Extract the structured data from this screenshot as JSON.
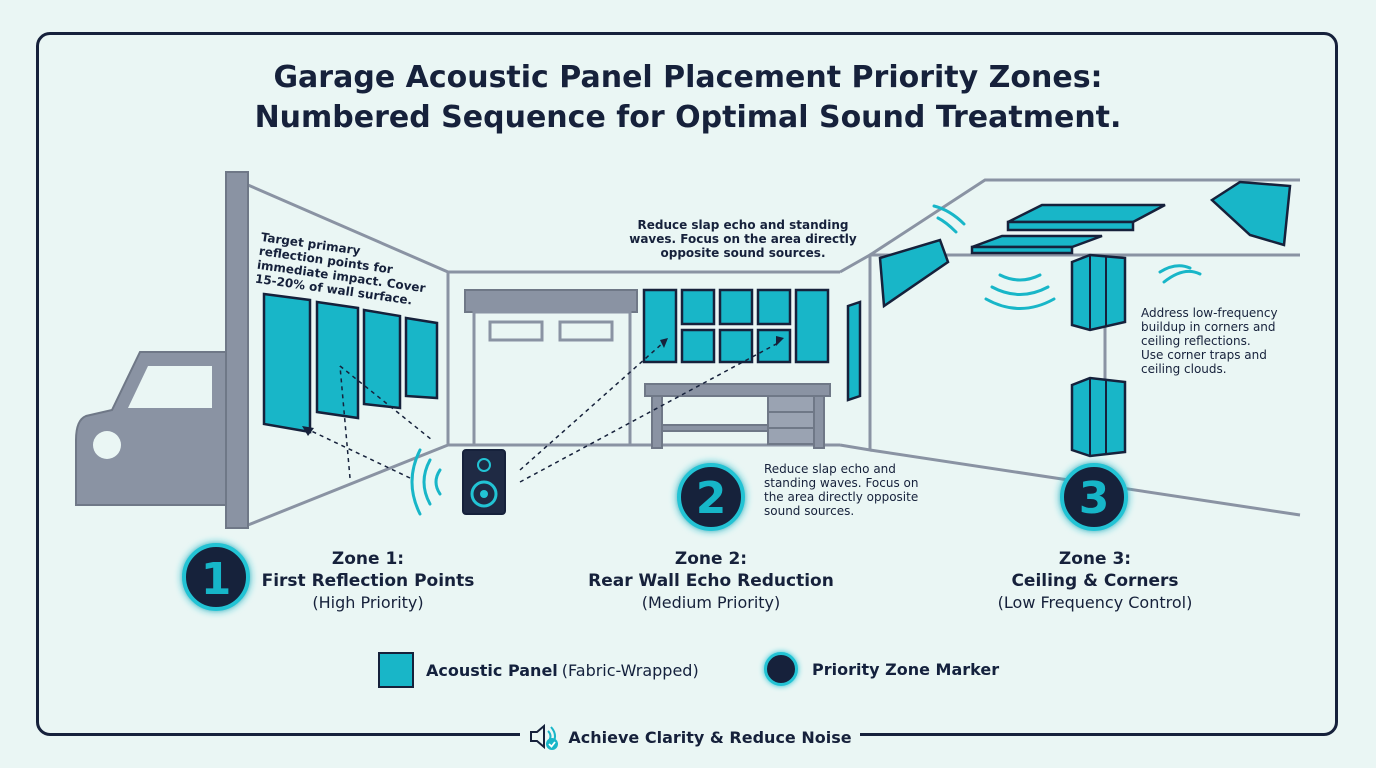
{
  "title": {
    "line1": "Garage Acoustic Panel Placement Priority Zones:",
    "line2": "Numbered Sequence for Optimal Sound Treatment."
  },
  "annotations": {
    "left_wall": [
      "Target primary",
      "reflection points for",
      "immediate impact. Cover",
      "15-20% of wall surface."
    ],
    "rear_wall": [
      "Reduce slap echo and standing",
      "waves. Focus on the area directly",
      "opposite sound sources."
    ],
    "zone2": [
      "Reduce slap echo and",
      "standing waves. Focus on",
      "the area directly opposite",
      "sound sources."
    ],
    "zone3": [
      "Address low-frequency",
      "buildup in corners and",
      "ceiling reflections.",
      "Use corner traps and",
      "ceiling clouds."
    ]
  },
  "zones": [
    {
      "number": "1",
      "name": "Zone 1:",
      "title": "First Reflection Points",
      "priority": "(High Priority)"
    },
    {
      "number": "2",
      "name": "Zone 2:",
      "title": "Rear Wall Echo Reduction",
      "priority": "(Medium Priority)"
    },
    {
      "number": "3",
      "name": "Zone 3:",
      "title": "Ceiling & Corners",
      "priority": "(Low Frequency Control)"
    }
  ],
  "legend": {
    "panel_label": "Acoustic Panel",
    "panel_detail": "(Fabric-Wrapped)",
    "marker_label": "Priority Zone Marker"
  },
  "footer": {
    "text": "Achieve Clarity & Reduce Noise",
    "icon": "speaker-check-icon"
  },
  "colors": {
    "panel": "#18b6c8",
    "dark": "#16213b",
    "glow": "#22c3d4",
    "background": "#eaf6f4",
    "gray": "#8a93a3"
  }
}
